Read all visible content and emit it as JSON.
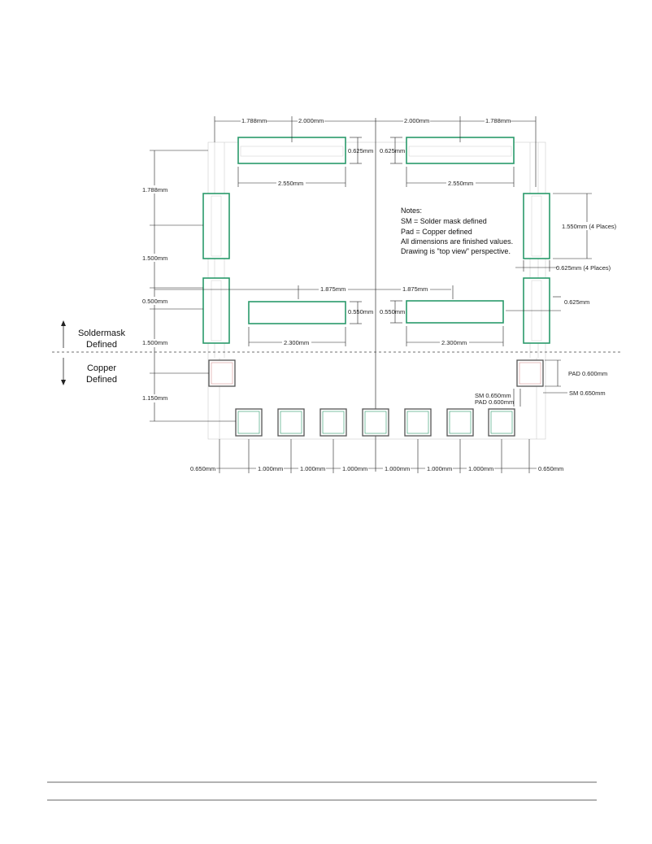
{
  "notes": {
    "heading": "Notes:",
    "lines": [
      "SM = Solder mask defined",
      "Pad = Copper defined",
      "All dimensions are finished values.",
      "Drawing is \"top view\" perspective."
    ]
  },
  "sections": {
    "soldermask_line1": "Soldermask",
    "soldermask_line2": "Defined",
    "copper_line1": "Copper",
    "copper_line2": "Defined"
  },
  "dimensions": {
    "top_left_edge": "1.788mm",
    "top_left_center": "2.000mm",
    "top_right_center": "2.000mm",
    "top_right_edge": "1.788mm",
    "pad_height_left": "0.625mm",
    "pad_height_right": "0.625mm",
    "top_pad_width_left": "2.550mm",
    "top_pad_width_right": "2.550mm",
    "left_vertical_top": "1.788mm",
    "left_vertical_mid": "1.500mm",
    "left_vertical_gap": "0.500mm",
    "left_vertical_lower": "1.500mm",
    "left_vertical_copper": "1.150mm",
    "side_pad_height": "1.550mm (4 Places)",
    "side_pad_width": "0.625mm (4 Places)",
    "mid_left_offset": "1.875mm",
    "mid_right_offset": "1.875mm",
    "mid_pad_height_left": "0.550mm",
    "mid_pad_height_right": "0.550mm",
    "mid_right_edge": "0.625mm",
    "mid_pad_width_left": "2.300mm",
    "mid_pad_width_right": "2.300mm",
    "pad_size": "PAD 0.600mm",
    "sm_size_right": "SM 0.650mm",
    "sm_size_label": "SM 0.650mm",
    "pad_size_label": "PAD 0.600mm",
    "bottom_left_edge": "0.650mm",
    "pitch_1": "1.000mm",
    "pitch_2": "1.000mm",
    "pitch_3": "1.000mm",
    "pitch_4": "1.000mm",
    "pitch_5": "1.000mm",
    "pitch_6": "1.000mm",
    "bottom_right_edge": "0.650mm"
  }
}
